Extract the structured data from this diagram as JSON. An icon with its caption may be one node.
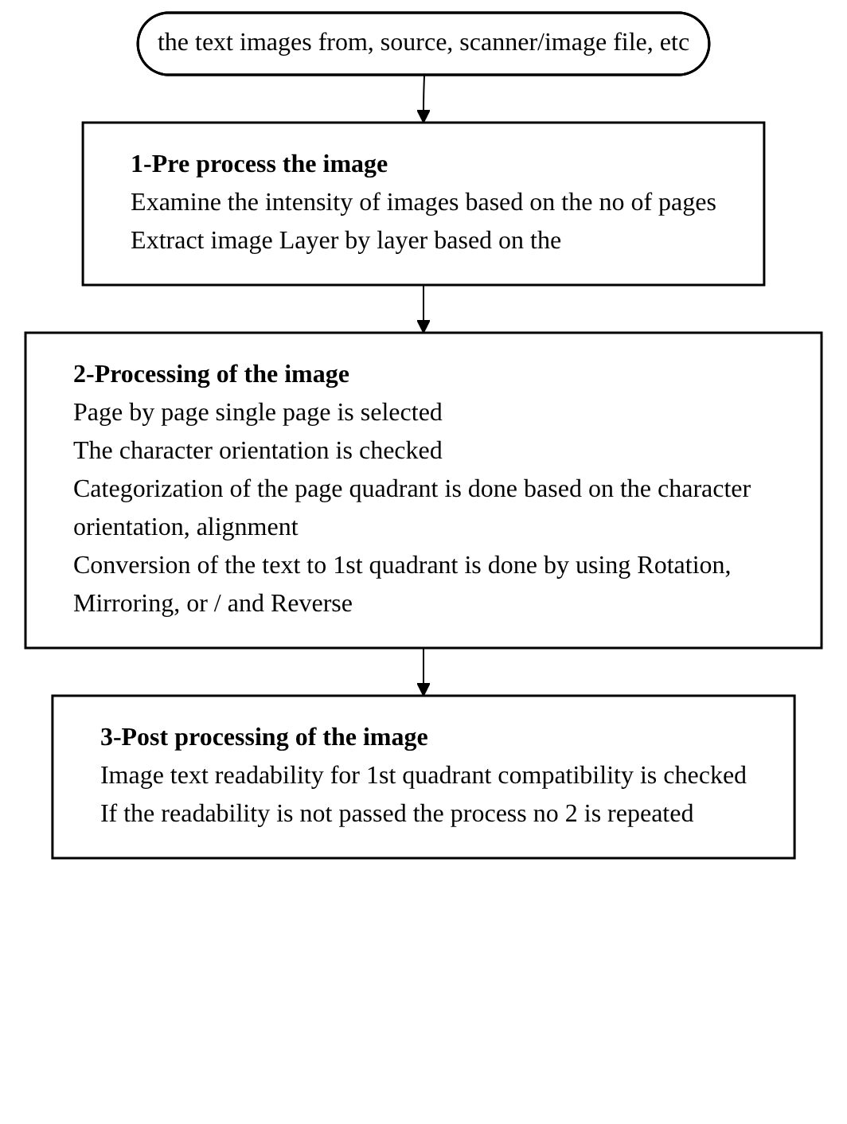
{
  "diagram": {
    "nodes": [
      {
        "text": [
          "the text images from, source, scanner/image file, etc"
        ]
      },
      {
        "text": [
          "1-Pre process the image",
          "Examine the intensity of images based on the no of pages",
          "Extract image Layer by layer based on the"
        ]
      },
      {
        "text": [
          "2-Processing of the image",
          "Page by page single page is selected",
          "The character orientation is checked",
          "Categorization of the page quadrant is done based on the character orientation, alignment",
          "Conversion of the text to 1st quadrant is done by using Rotation, Mirroring, or / and Reverse"
        ]
      },
      {
        "text": [
          "3-Post processing of the image",
          "Image text readability for 1st quadrant compatibility is checked",
          "If the readability is not passed the process no 2 is repeated"
        ]
      }
    ],
    "edges": [
      {
        "from": 0,
        "to": 1,
        "arrow": "to"
      },
      {
        "from": 1,
        "to": 2,
        "arrow": "to"
      },
      {
        "from": 2,
        "to": 3,
        "arrow": "to"
      }
    ]
  }
}
